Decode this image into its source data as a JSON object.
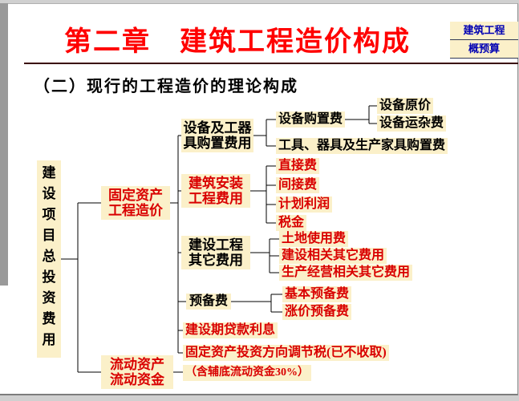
{
  "colors": {
    "title_red": "#FF0000",
    "node_red": "#D90000",
    "node_background": "#FBF0C9",
    "corner_text_blue": "#0000B3",
    "connector_black": "#000000"
  },
  "slide": {
    "title": "第二章　建筑工程造价构成",
    "corner_box": {
      "line1": "建筑工程",
      "line2": "概预算"
    },
    "heading": "（二）现行的工程造价的理论构成"
  },
  "tree": {
    "root": {
      "label": "建设项目总投资费用"
    },
    "fixed_assets": {
      "label": "固定资产\n工程造价"
    },
    "current_assets": {
      "label": "流动资产\n流动资金"
    },
    "current_assets_note": {
      "label": "（含辅底流动资金30%）"
    },
    "equipment_tools": {
      "label": "设备及工器\n具购置费用"
    },
    "equipment_purchase": {
      "label": "设备购置费"
    },
    "equipment_original_price": {
      "label": "设备原价"
    },
    "equipment_freight": {
      "label": "设备运杂费"
    },
    "tools_furniture": {
      "label": "工具、器具及生产家具购置费"
    },
    "construction_installation": {
      "label": "建筑安装\n工程费用"
    },
    "direct_cost": {
      "label": "直接费"
    },
    "indirect_cost": {
      "label": "间接费"
    },
    "planned_profit": {
      "label": "计划利润"
    },
    "tax": {
      "label": "税金"
    },
    "other_project_costs": {
      "label": "建设工程\n其它费用"
    },
    "land_use_fee": {
      "label": "土地使用费"
    },
    "construction_related_costs": {
      "label": "建设相关其它费用"
    },
    "production_related_costs": {
      "label": "生产经营相关其它费用"
    },
    "reserve_fund": {
      "label": "预备费"
    },
    "basic_reserve": {
      "label": "基本预备费"
    },
    "price_rise_reserve": {
      "label": "涨价预备费"
    },
    "loan_interest": {
      "label": "建设期贷款利息"
    },
    "investment_adjustment_tax": {
      "label": "固定资产投资方向调节税(已不收取)"
    }
  }
}
